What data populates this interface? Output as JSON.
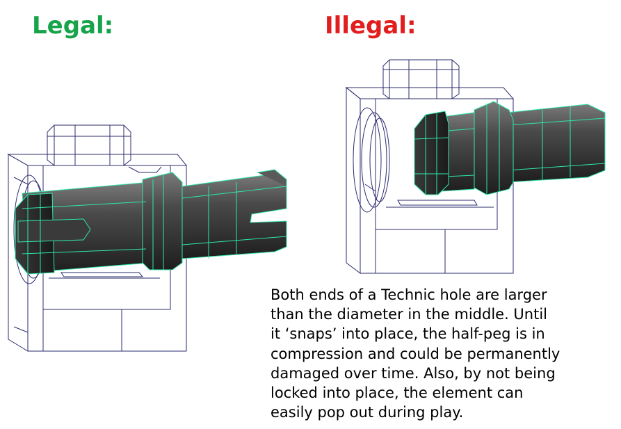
{
  "legal": {
    "label": "Legal:",
    "color": "#16a34a"
  },
  "illegal": {
    "label": "Illegal:",
    "color": "#e11d1d"
  },
  "explanation": {
    "lines": [
      "Both ends of a Technic hole are larger",
      "than the diameter in the middle.  Until",
      "it ‘snaps’ into place, the half-peg is in",
      "compression and could be permanently",
      "damaged over time.  Also, by not being",
      "locked into place, the element can",
      "easily pop out during play."
    ]
  },
  "colors": {
    "wireframe": "#2b2b6e",
    "peg_edge": "#2ee8a8",
    "peg_dark": "#2a2a2a",
    "peg_light": "#6a6a6a"
  }
}
